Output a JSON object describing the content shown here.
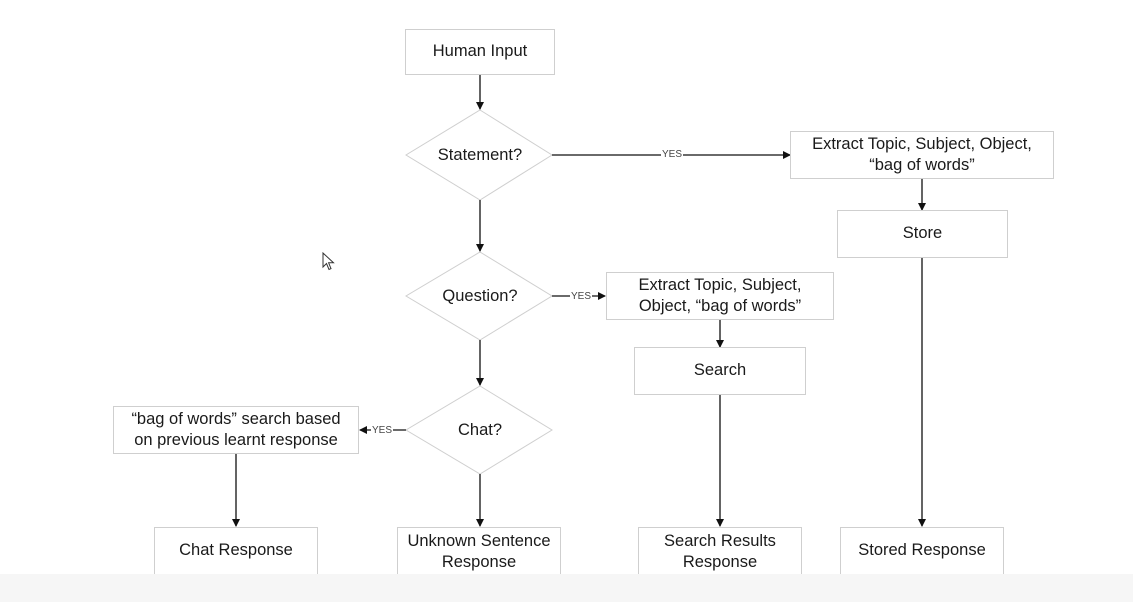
{
  "nodes": {
    "human_input": "Human Input",
    "statement": "Statement?",
    "question": "Question?",
    "chat": "Chat?",
    "extract_statement": "Extract Topic, Subject, Object, “bag of words”",
    "store": "Store",
    "extract_question": "Extract Topic, Subject, Object, “bag of words”",
    "search": "Search",
    "bag_search": "“bag of words” search based on previous learnt response",
    "chat_response": "Chat Response",
    "unknown_response": "Unknown Sentence Response",
    "search_results_response": "Search Results Response",
    "stored_response": "Stored Response"
  },
  "edges": {
    "yes_label": "YES"
  },
  "icons": {
    "cursor": "mouse-pointer-icon"
  }
}
